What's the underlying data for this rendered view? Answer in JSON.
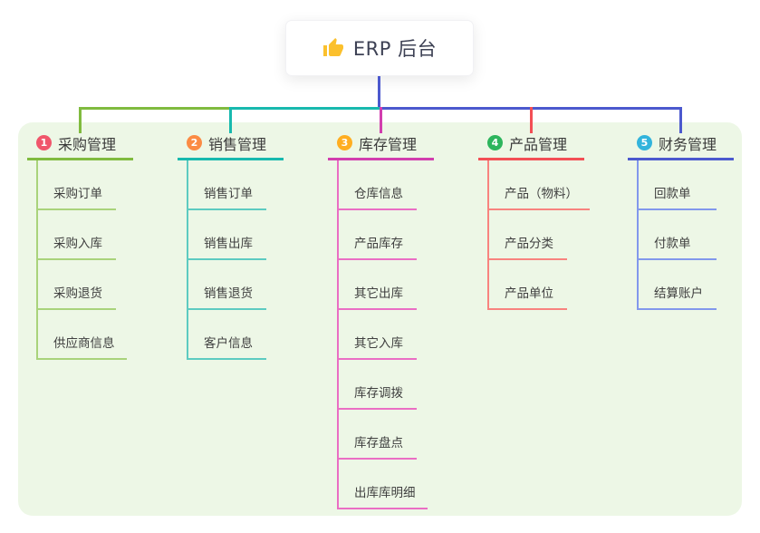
{
  "root": {
    "label": "ERP 后台",
    "icon": "thumbs-up-icon",
    "icon_color": "#fbc02d"
  },
  "panel": {
    "background": "#edf7e6"
  },
  "connector": {
    "stem_color": "#4c59ce"
  },
  "branches": [
    {
      "index": "1",
      "label": "采购管理",
      "badge_color": "#f0566b",
      "line_color": "#80bb3f",
      "child_line_color": "#a9d37b",
      "children": [
        "采购订单",
        "采购入库",
        "采购退货",
        "供应商信息"
      ]
    },
    {
      "index": "2",
      "label": "销售管理",
      "badge_color": "#fb8b44",
      "line_color": "#18b9ae",
      "child_line_color": "#5dcbc1",
      "children": [
        "销售订单",
        "销售出库",
        "销售退货",
        "客户信息"
      ]
    },
    {
      "index": "3",
      "label": "库存管理",
      "badge_color": "#ffae21",
      "line_color": "#d23eae",
      "child_line_color": "#ea6ec4",
      "children": [
        "仓库信息",
        "产品库存",
        "其它出库",
        "其它入库",
        "库存调拨",
        "库存盘点",
        "出库库明细"
      ]
    },
    {
      "index": "4",
      "label": "产品管理",
      "badge_color": "#2db55d",
      "line_color": "#f34f55",
      "child_line_color": "#f8837f",
      "children": [
        "产品（物料）",
        "产品分类",
        "产品单位"
      ]
    },
    {
      "index": "5",
      "label": "财务管理",
      "badge_color": "#32b4dc",
      "line_color": "#4c59ce",
      "child_line_color": "#8298ec",
      "children": [
        "回款单",
        "付款单",
        "结算账户"
      ]
    }
  ]
}
